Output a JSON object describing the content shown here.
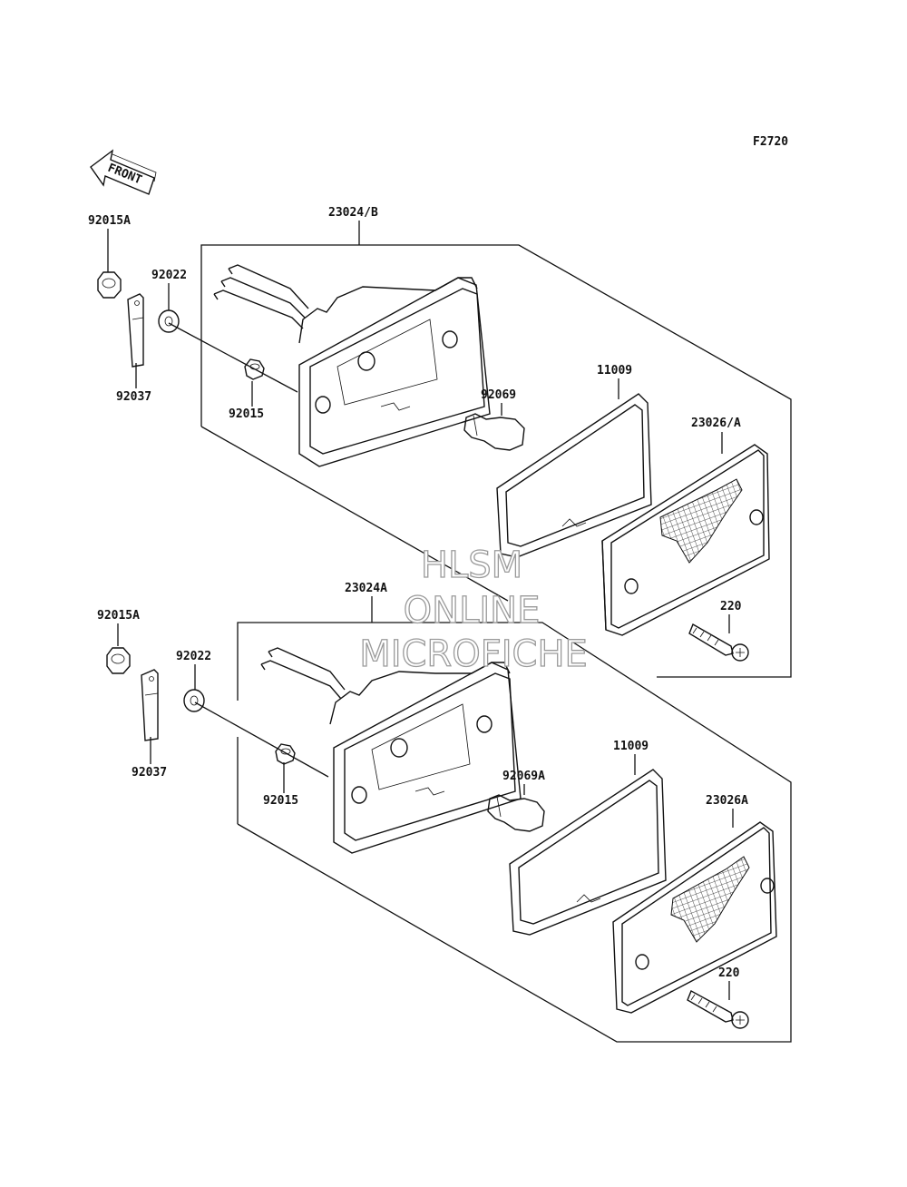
{
  "figure_code": "F2720",
  "direction_label": "FRONT",
  "watermark": [
    "HLSM",
    "ONLINE",
    "MICROFICHE"
  ],
  "upper_group": {
    "assembly": "23024/B",
    "nut_cap": "92015A",
    "washer": "92022",
    "bracket": "92037",
    "nut": "92015",
    "bulb": "92069",
    "gasket": "11009",
    "lens": "23026/A",
    "screw": "220"
  },
  "lower_group": {
    "assembly": "23024A",
    "nut_cap": "92015A",
    "washer": "92022",
    "bracket": "92037",
    "nut": "92015",
    "bulb": "92069A",
    "gasket": "11009",
    "lens": "23026A",
    "screw": "220"
  }
}
